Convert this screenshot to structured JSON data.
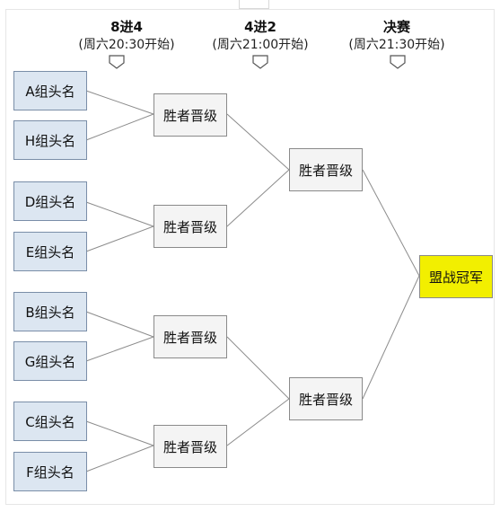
{
  "rounds": [
    {
      "title": "8进4",
      "time": "(周六20:30开始)"
    },
    {
      "title": "4进2",
      "time": "(周六21:00开始)"
    },
    {
      "title": "决赛",
      "time": "(周六21:30开始)"
    }
  ],
  "teams": [
    "A组头名",
    "H组头名",
    "D组头名",
    "E组头名",
    "B组头名",
    "G组头名",
    "C组头名",
    "F组头名"
  ],
  "quarterfinals": [
    "胜者晋级",
    "胜者晋级",
    "胜者晋级",
    "胜者晋级"
  ],
  "semifinals": [
    "胜者晋级",
    "胜者晋级"
  ],
  "final": {
    "label": "盟战冠军",
    "color": "#f2ef00"
  },
  "colors": {
    "team_fill": "#dce6f1",
    "team_border": "#7a8ea8",
    "match_fill": "#f4f4f4",
    "line": "#8c8c8c"
  }
}
